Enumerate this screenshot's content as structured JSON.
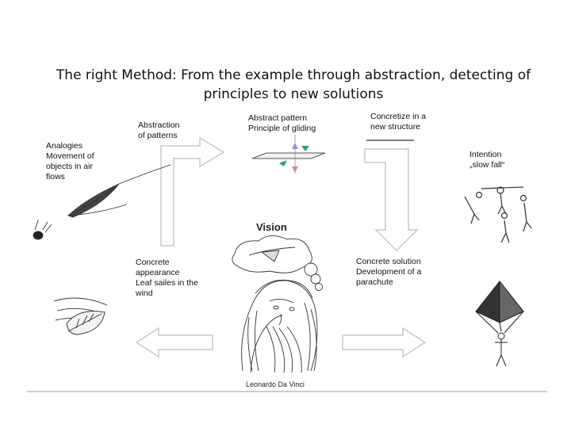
{
  "title": "The right Method: From the example through abstraction, detecting of principles to new solutions",
  "labels": {
    "analogies": "Analogies\nMovement of\nobjects in air\nflows",
    "abstraction": "Abstraction\nof patterns",
    "abstract_pattern": "Abstract pattern\nPrinciple of gliding",
    "concretize": "Concretize in a\nnew structure",
    "intention": "Intention\n„slow fall“",
    "concrete_appearance": "Concrete\nappearance\nLeaf sailes in the\nwind",
    "concrete_solution": "Concrete solution\nDevelopment of a\nparachute",
    "vision": "Vision",
    "leonardo": "Leonardo Da Vinci"
  },
  "colors": {
    "arrow_stroke": "#c8c8c8",
    "sketch": "#333333",
    "up_arrow": "#9b8fd0",
    "down_arrow": "#c98f8f",
    "green_arrow": "#2f9f7a"
  }
}
